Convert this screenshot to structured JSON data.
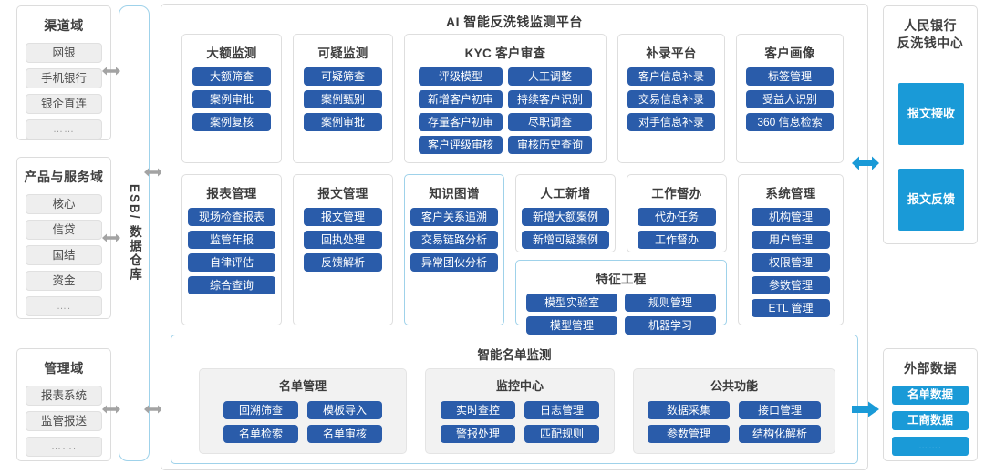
{
  "colors": {
    "btn_blue": "#2a5caa",
    "accent_blue": "#1a9ad7",
    "highlight_border": "#9fd2ea",
    "panel_border": "#dcdcdc",
    "chip_bg": "#eeeeee",
    "subcard_bg": "#f2f2f2"
  },
  "left_domains": [
    {
      "title": "渠道域",
      "items": [
        "网银",
        "手机银行",
        "银企直连",
        "……"
      ]
    },
    {
      "title": "产品与服务域",
      "items": [
        "核心",
        "信贷",
        "国结",
        "资金",
        "…."
      ]
    },
    {
      "title": "管理域",
      "items": [
        "报表系统",
        "监管报送",
        "……."
      ]
    }
  ],
  "esb": {
    "label": "ESB/ 数据仓库"
  },
  "platform": {
    "title": "AI 智能反洗钱监测平台",
    "row1": [
      {
        "title": "大额监测",
        "cols": 1,
        "buttons": [
          "大额筛查",
          "案例审批",
          "案例复核"
        ]
      },
      {
        "title": "可疑监测",
        "cols": 1,
        "buttons": [
          "可疑筛查",
          "案例甄别",
          "案例审批"
        ]
      },
      {
        "title": "KYC 客户审查",
        "cols": 2,
        "buttons": [
          "评级模型",
          "人工调整",
          "新增客户初审",
          "持续客户识别",
          "存量客户初审",
          "尽职调查",
          "客户评级审核",
          "审核历史查询"
        ]
      },
      {
        "title": "补录平台",
        "cols": 1,
        "buttons": [
          "客户信息补录",
          "交易信息补录",
          "对手信息补录"
        ]
      },
      {
        "title": "客户画像",
        "cols": 1,
        "buttons": [
          "标签管理",
          "受益人识别",
          "360 信息检索"
        ]
      }
    ],
    "row2": [
      {
        "title": "报表管理",
        "cols": 1,
        "highlight": false,
        "buttons": [
          "现场检查报表",
          "监管年报",
          "自律评估",
          "综合查询"
        ]
      },
      {
        "title": "报文管理",
        "cols": 1,
        "highlight": false,
        "buttons": [
          "报文管理",
          "回执处理",
          "反馈解析"
        ]
      },
      {
        "title": "知识图谱",
        "cols": 1,
        "highlight": true,
        "buttons": [
          "客户关系追溯",
          "交易链路分析",
          "异常团伙分析"
        ]
      },
      {
        "title": "人工新增",
        "cols": 1,
        "highlight": false,
        "buttons": [
          "新增大额案例",
          "新增可疑案例"
        ]
      },
      {
        "title": "工作督办",
        "cols": 1,
        "highlight": false,
        "buttons": [
          "代办任务",
          "工作督办"
        ]
      },
      {
        "title": "系统管理",
        "cols": 1,
        "highlight": false,
        "buttons": [
          "机构管理",
          "用户管理",
          "权限管理",
          "参数管理",
          "ETL 管理"
        ]
      }
    ],
    "feature_engineering": {
      "title": "特征工程",
      "highlight": true,
      "buttons": [
        "模型实验室",
        "规则管理",
        "模型管理",
        "机器学习"
      ]
    },
    "namelist": {
      "title": "智能名单监测",
      "cards": [
        {
          "title": "名单管理",
          "buttons": [
            "回溯筛查",
            "模板导入",
            "名单检索",
            "名单审核"
          ]
        },
        {
          "title": "监控中心",
          "buttons": [
            "实时查控",
            "日志管理",
            "警报处理",
            "匹配规则"
          ]
        },
        {
          "title": "公共功能",
          "buttons": [
            "数据采集",
            "接口管理",
            "参数管理",
            "结构化解析"
          ]
        }
      ]
    }
  },
  "right_boxes": {
    "pboc": {
      "title_line1": "人民银行",
      "title_line2": "反洗钱中心",
      "items": [
        "报文接收",
        "报文反馈"
      ]
    },
    "external": {
      "title": "外部数据",
      "items": [
        "名单数据",
        "工商数据",
        "……."
      ]
    }
  }
}
